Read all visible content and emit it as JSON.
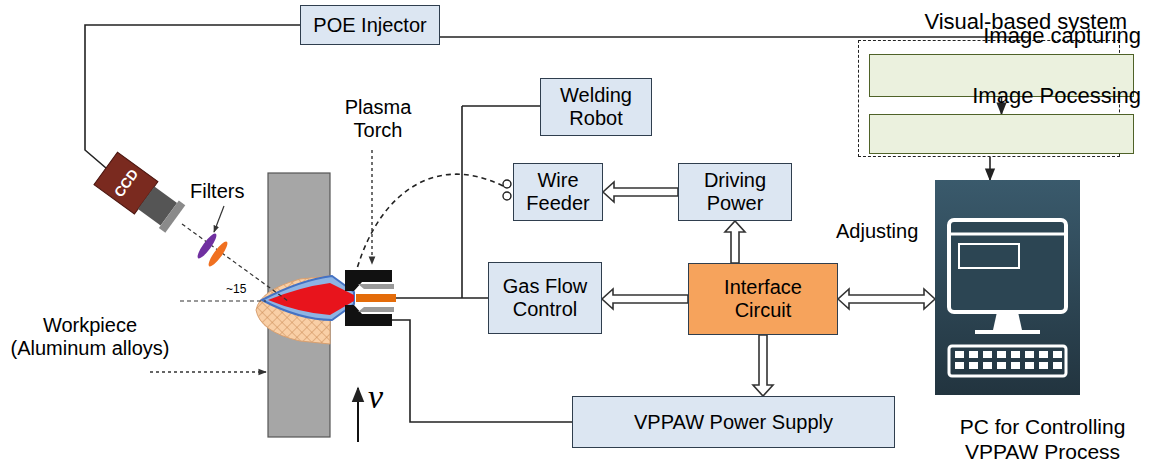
{
  "diagram": {
    "nodes": [
      {
        "text": [
          "POE Injector"
        ]
      },
      {
        "text": [
          "Visual-based system"
        ]
      },
      {
        "text": [
          "Image capturing"
        ],
        "in": 1
      },
      {
        "text": [
          "Image Pocessing"
        ],
        "in": 1
      },
      {
        "text": [
          "Welding Robot"
        ]
      },
      {
        "text": [
          "Wire Feeder"
        ]
      },
      {
        "text": [
          "Driving Power"
        ]
      },
      {
        "text": [
          "Gas Flow Control"
        ]
      },
      {
        "text": [
          "Interface Circuit"
        ]
      },
      {
        "text": [
          "PC for Controlling VPPAW Process"
        ]
      },
      {
        "text": [
          "VPPAW Power Supply"
        ]
      }
    ],
    "edges": [
      {
        "from": 0,
        "to": 1,
        "arrow": "none"
      },
      {
        "from": 2,
        "to": 3,
        "arrow": "to"
      },
      {
        "from": 1,
        "to": 9,
        "arrow": "to"
      },
      {
        "from": 6,
        "to": 5,
        "arrow": "to"
      },
      {
        "from": 8,
        "to": 6,
        "arrow": "to"
      },
      {
        "from": 8,
        "to": 7,
        "arrow": "to"
      },
      {
        "from": 8,
        "to": 9,
        "arrow": "both"
      },
      {
        "from": 8,
        "to": 10,
        "arrow": "to"
      }
    ],
    "labels": [
      "Plasma Torch",
      "Filters",
      "CCD",
      "~15",
      "Workpiece (Aluminum alloys)",
      "v",
      "Adjusting"
    ]
  }
}
